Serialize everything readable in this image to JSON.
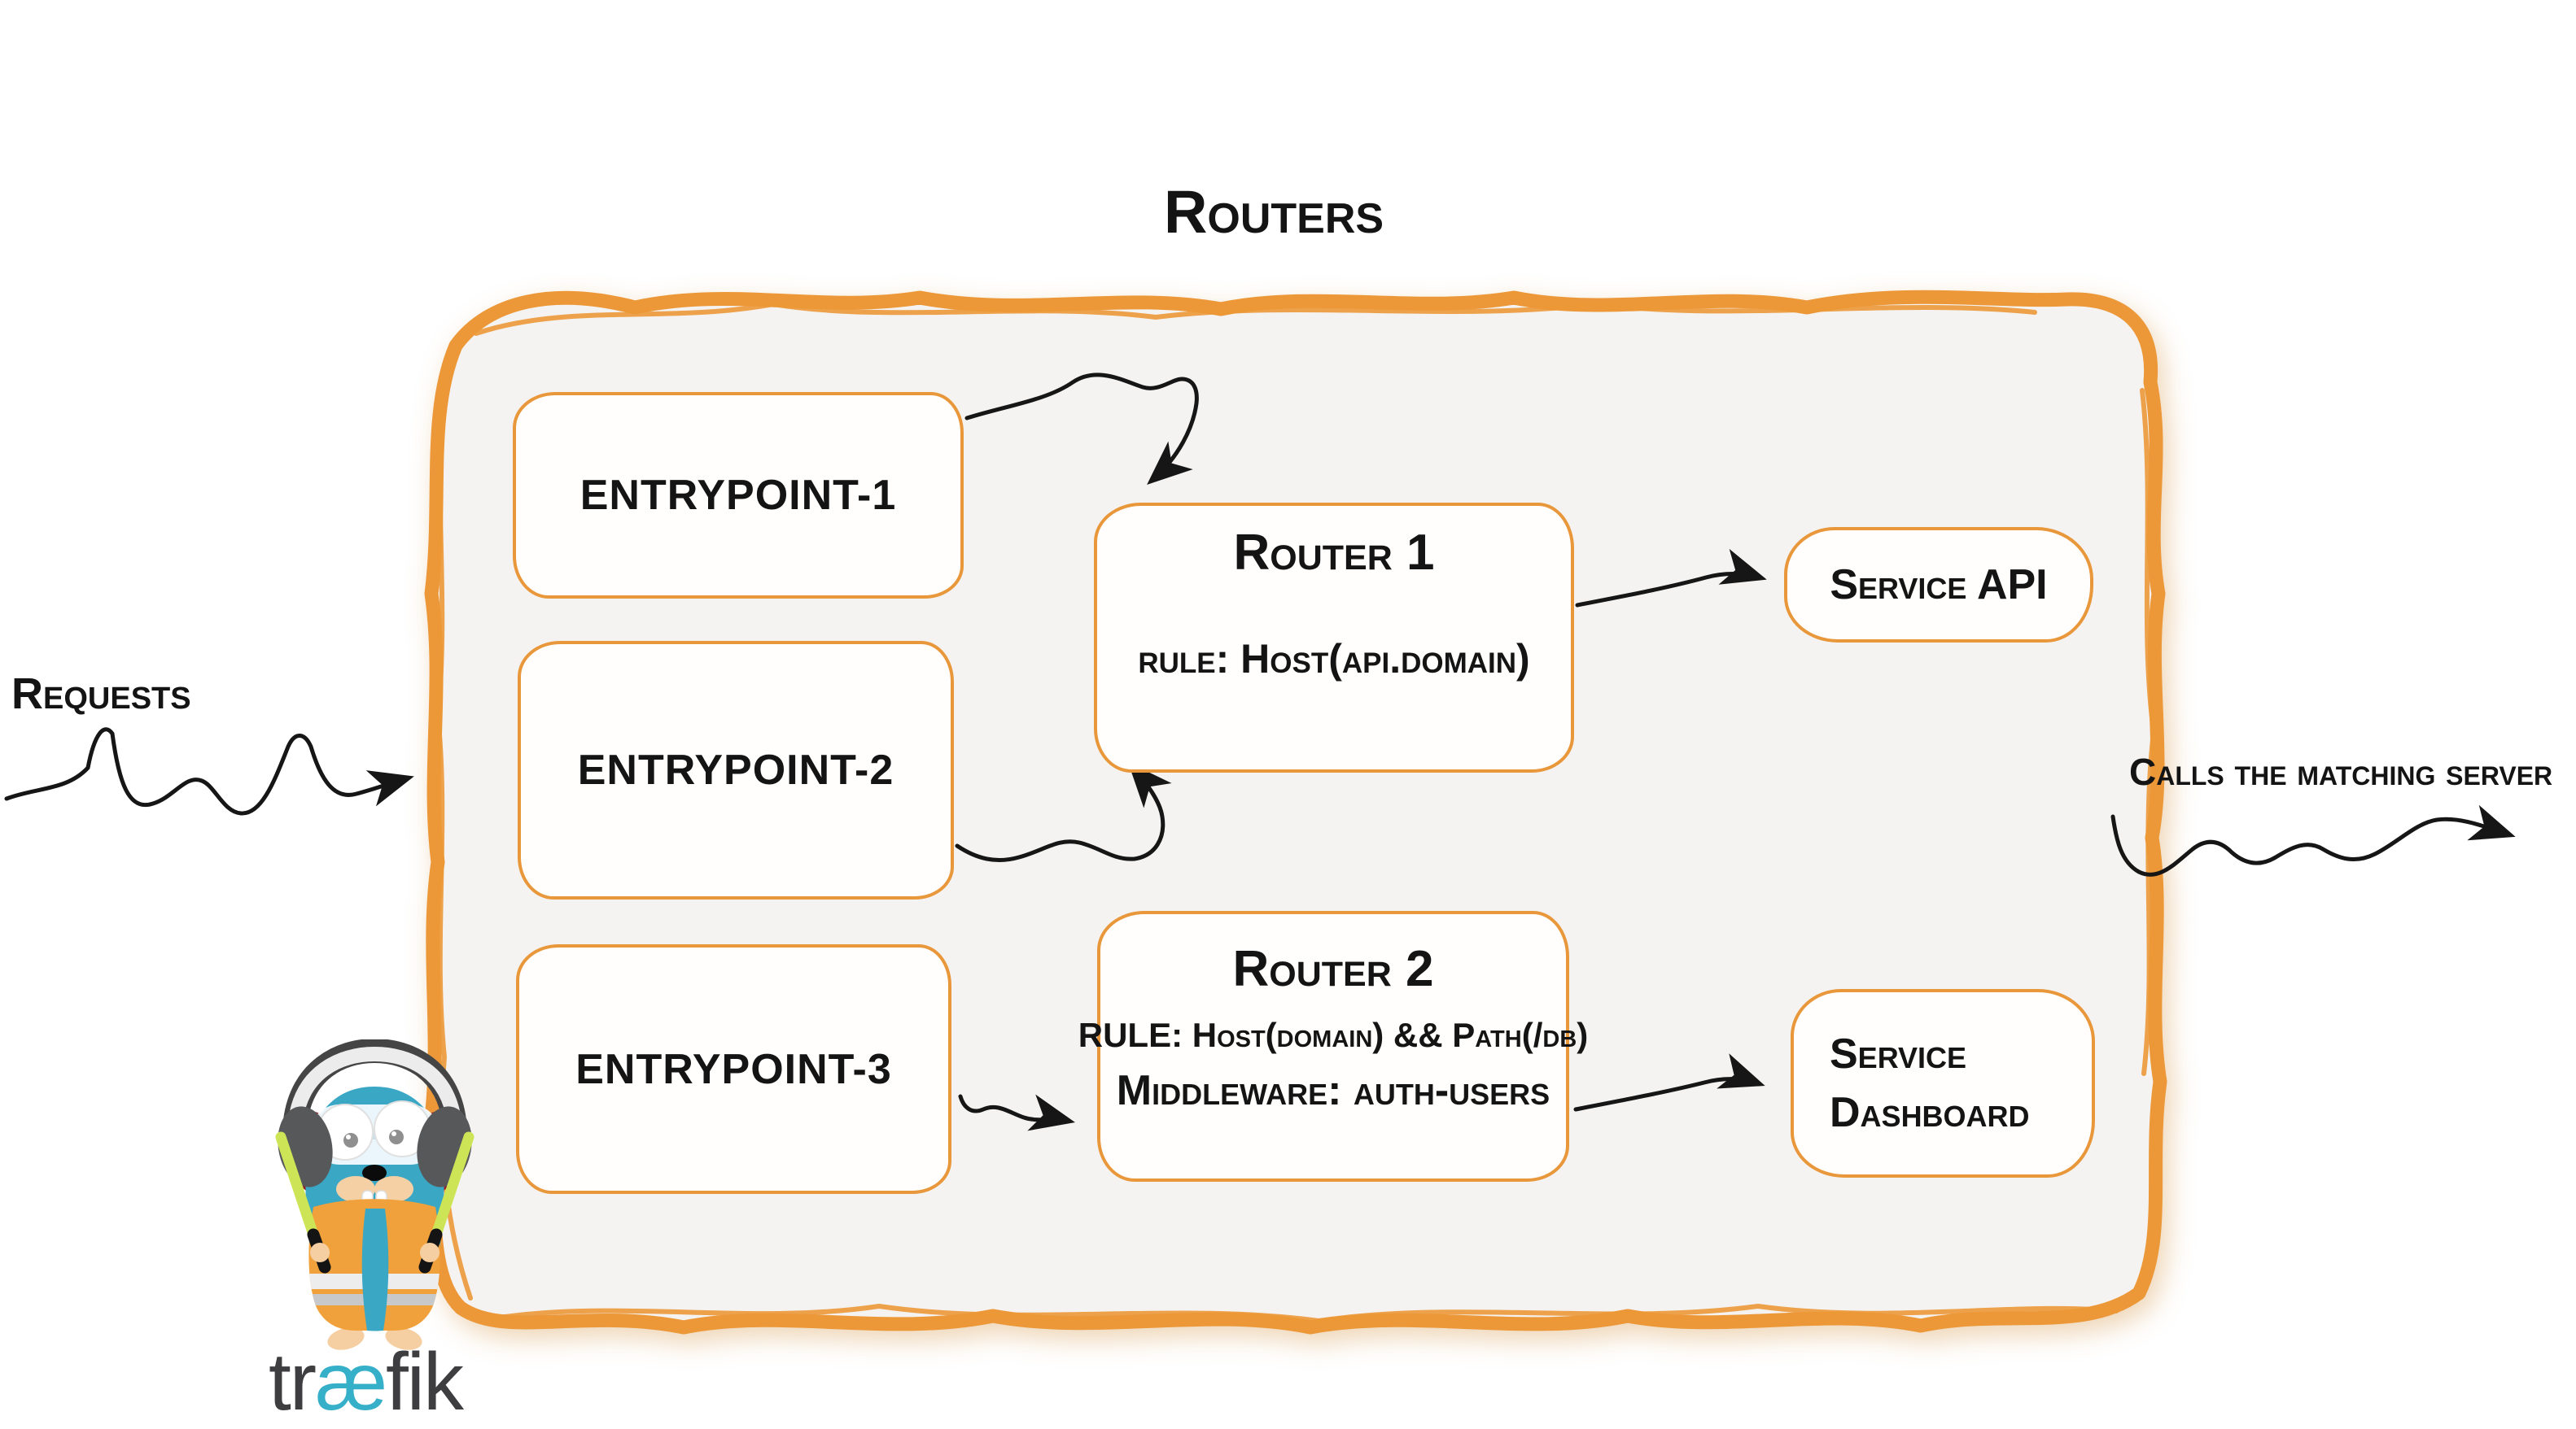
{
  "diagram": {
    "title": "Routers",
    "outer_labels": {
      "requests": "Requests",
      "calls_server": "Calls the matching server"
    },
    "entrypoints": [
      {
        "label": "entrypoint-1"
      },
      {
        "label": "entrypoint-2"
      },
      {
        "label": "entrypoint-3"
      }
    ],
    "routers": [
      {
        "title": "Router 1",
        "rule": "rule: Host(api.domain)"
      },
      {
        "title": "Router 2",
        "rule": "RULE: Host(domain) && Path(/db)",
        "middleware": "Middleware: auth-users"
      }
    ],
    "services": [
      {
        "line1": "Service API"
      },
      {
        "line1": "Service",
        "line2": "Dashboard"
      }
    ],
    "logo": {
      "part1": "tr",
      "part2": "æ",
      "part3": "fik"
    },
    "colors": {
      "container_border": "#EC9837",
      "container_fill": "#F4F3F2",
      "box_border": "#E9973B",
      "arrow": "#161616",
      "text": "#141414",
      "gopher_body": "#3AA7C5",
      "gopher_vest": "#F1A13B",
      "gopher_wand": "#CEE457",
      "gopher_headphone": "#57585A",
      "gopher_headphone_red": "#93222C",
      "logo_dark": "#3E3E40",
      "logo_accent": "#36AFC9"
    }
  }
}
